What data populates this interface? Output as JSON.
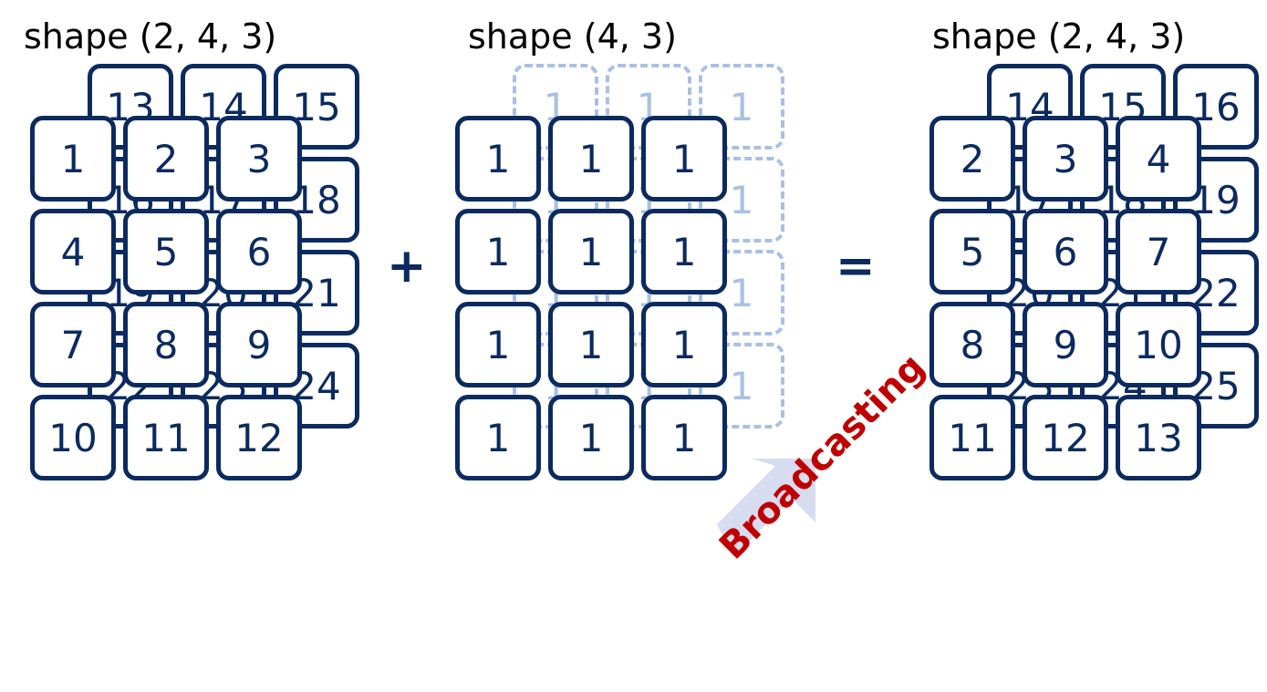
{
  "titles": {
    "left": "shape (2, 4, 3)",
    "middle": "shape (4, 3)",
    "right": "shape (2, 4, 3)"
  },
  "operators": {
    "plus": "+",
    "equals": "="
  },
  "broadcast_label": "Broadcasting",
  "colors": {
    "cell_border": "#0b2a60",
    "ghost_border": "#a9c0e4",
    "arrow": "#d8dcf0",
    "label": "#c00000"
  },
  "arrays": {
    "a": {
      "back": [
        [
          "13",
          "14",
          "15"
        ],
        [
          "16",
          "17",
          "18"
        ],
        [
          "19",
          "20",
          "21"
        ],
        [
          "22",
          "23",
          "24"
        ]
      ],
      "front": [
        [
          "1",
          "2",
          "3"
        ],
        [
          "4",
          "5",
          "6"
        ],
        [
          "7",
          "8",
          "9"
        ],
        [
          "10",
          "11",
          "12"
        ]
      ]
    },
    "b": {
      "ghost": [
        [
          "1",
          "1",
          "1"
        ],
        [
          "1",
          "1",
          "1"
        ],
        [
          "1",
          "1",
          "1"
        ],
        [
          "1",
          "1",
          "1"
        ]
      ],
      "front": [
        [
          "1",
          "1",
          "1"
        ],
        [
          "1",
          "1",
          "1"
        ],
        [
          "1",
          "1",
          "1"
        ],
        [
          "1",
          "1",
          "1"
        ]
      ]
    },
    "c": {
      "back": [
        [
          "14",
          "15",
          "16"
        ],
        [
          "17",
          "18",
          "19"
        ],
        [
          "20",
          "21",
          "22"
        ],
        [
          "23",
          "24",
          "25"
        ]
      ],
      "front": [
        [
          "2",
          "3",
          "4"
        ],
        [
          "5",
          "6",
          "7"
        ],
        [
          "8",
          "9",
          "10"
        ],
        [
          "11",
          "12",
          "13"
        ]
      ]
    }
  }
}
